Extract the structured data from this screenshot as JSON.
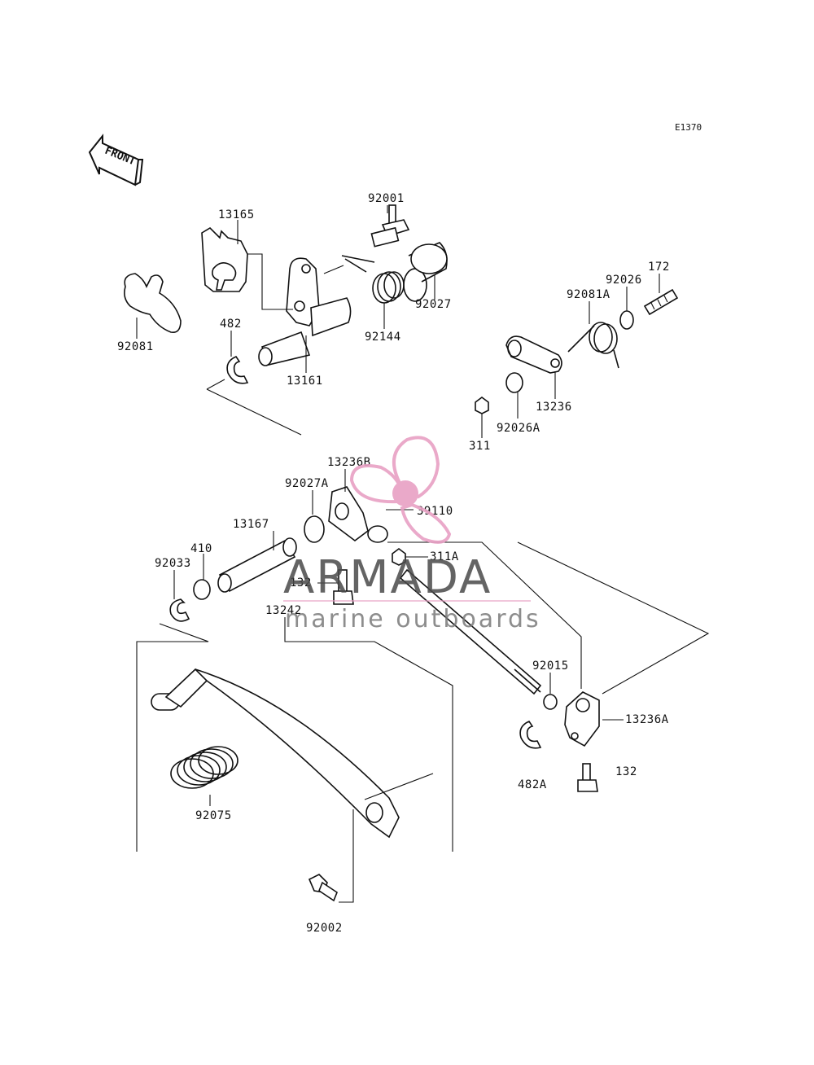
{
  "diagram_code": "E1370",
  "front_label": "FRONT",
  "watermark": {
    "brand": "ARMADA",
    "tagline": "marine outboards",
    "logo_color": "#e8a0c4",
    "text_color": "#4a4a4a"
  },
  "parts": [
    {
      "key": "p13165",
      "number": "13165"
    },
    {
      "key": "p92001",
      "number": "92001"
    },
    {
      "key": "p92027",
      "number": "92027"
    },
    {
      "key": "p92144",
      "number": "92144"
    },
    {
      "key": "p92081",
      "number": "92081"
    },
    {
      "key": "p482",
      "number": "482"
    },
    {
      "key": "p13161",
      "number": "13161"
    },
    {
      "key": "p172",
      "number": "172"
    },
    {
      "key": "p92026",
      "number": "92026"
    },
    {
      "key": "p92081A",
      "number": "92081A"
    },
    {
      "key": "p13236",
      "number": "13236"
    },
    {
      "key": "p92026A",
      "number": "92026A"
    },
    {
      "key": "p311",
      "number": "311"
    },
    {
      "key": "p13236B",
      "number": "13236B"
    },
    {
      "key": "p92027A",
      "number": "92027A"
    },
    {
      "key": "p39110",
      "number": "39110"
    },
    {
      "key": "p13167",
      "number": "13167"
    },
    {
      "key": "p410",
      "number": "410"
    },
    {
      "key": "p92033",
      "number": "92033"
    },
    {
      "key": "p311A",
      "number": "311A"
    },
    {
      "key": "p132a",
      "number": "132"
    },
    {
      "key": "p13242",
      "number": "13242"
    },
    {
      "key": "p92015",
      "number": "92015"
    },
    {
      "key": "p13236A",
      "number": "13236A"
    },
    {
      "key": "p482A",
      "number": "482A"
    },
    {
      "key": "p132b",
      "number": "132"
    },
    {
      "key": "p92075",
      "number": "92075"
    },
    {
      "key": "p92002",
      "number": "92002"
    }
  ]
}
